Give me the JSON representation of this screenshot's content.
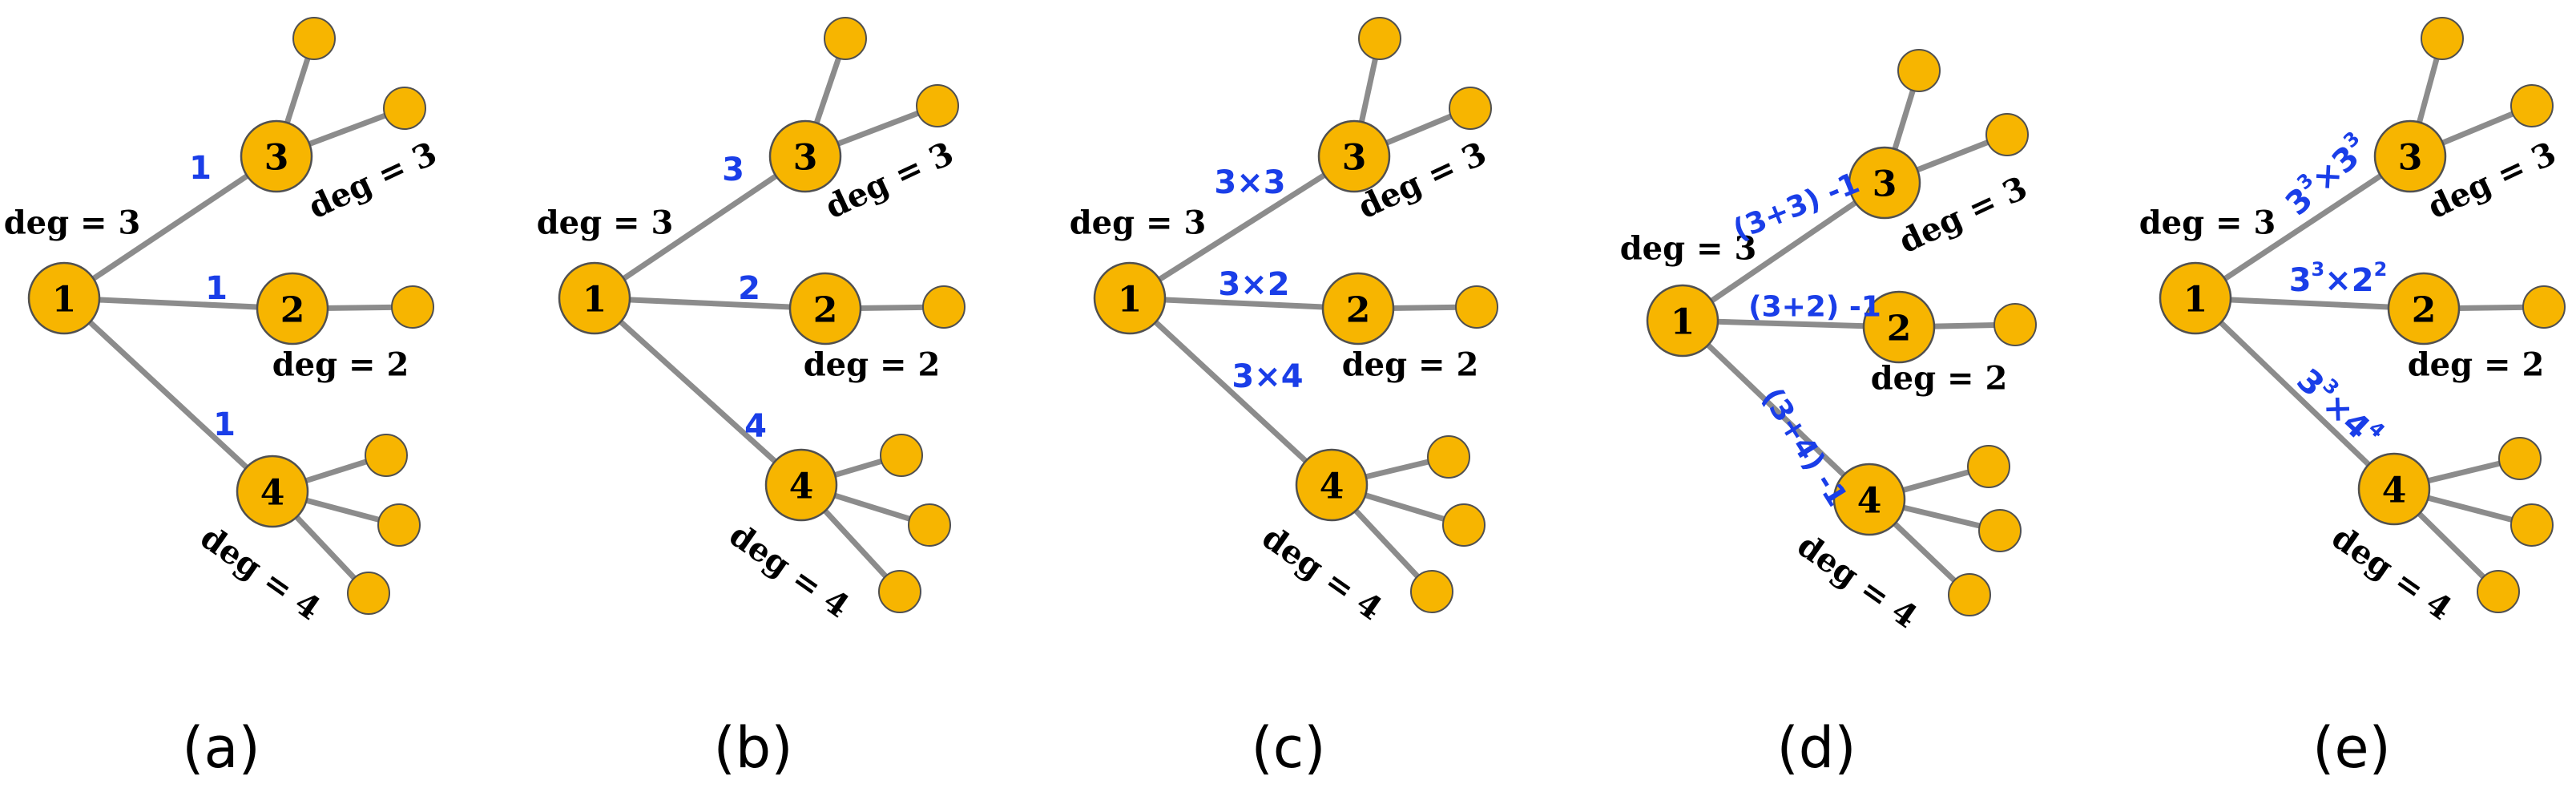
{
  "panels": [
    {
      "caption": "(a)",
      "node_labels": [
        "1",
        "3",
        "2",
        "4"
      ],
      "degree_labels": [
        "deg = 3",
        "deg = 3",
        "deg = 2",
        "deg = 4"
      ],
      "edge_labels": [
        "1",
        "1",
        "1"
      ]
    },
    {
      "caption": "(b)",
      "node_labels": [
        "1",
        "3",
        "2",
        "4"
      ],
      "degree_labels": [
        "deg = 3",
        "deg = 3",
        "deg = 2",
        "deg = 4"
      ],
      "edge_labels": [
        "3",
        "2",
        "4"
      ]
    },
    {
      "caption": "(c)",
      "node_labels": [
        "1",
        "3",
        "2",
        "4"
      ],
      "degree_labels": [
        "deg = 3",
        "deg = 3",
        "deg = 2",
        "deg = 4"
      ],
      "edge_labels": [
        "3×3",
        "3×2",
        "3×4"
      ]
    },
    {
      "caption": "(d)",
      "node_labels": [
        "1",
        "3",
        "2",
        "4"
      ],
      "degree_labels": [
        "deg = 3",
        "deg = 3",
        "deg = 2",
        "deg = 4"
      ],
      "edge_labels": [
        "(3+3) -1",
        "(3+2) -1",
        "(3+4) -1"
      ]
    },
    {
      "caption": "(e)",
      "node_labels": [
        "1",
        "3",
        "2",
        "4"
      ],
      "degree_labels": [
        "deg = 3",
        "deg = 3",
        "deg = 2",
        "deg = 4"
      ],
      "edge_labels": [
        {
          "base1": "3",
          "exp1": "3",
          "op": "×",
          "base2": "3",
          "exp2": "3"
        },
        {
          "base1": "3",
          "exp1": "3",
          "op": "×",
          "base2": "2",
          "exp2": "2"
        },
        {
          "base1": "3",
          "exp1": "3",
          "op": "×",
          "base2": "4",
          "exp2": "4"
        }
      ]
    }
  ],
  "colors": {
    "node_fill": "#f7b500",
    "node_stroke": "#505050",
    "edge": "#8c8c8c",
    "edge_label": "#1a3ee8",
    "text": "#000000"
  }
}
